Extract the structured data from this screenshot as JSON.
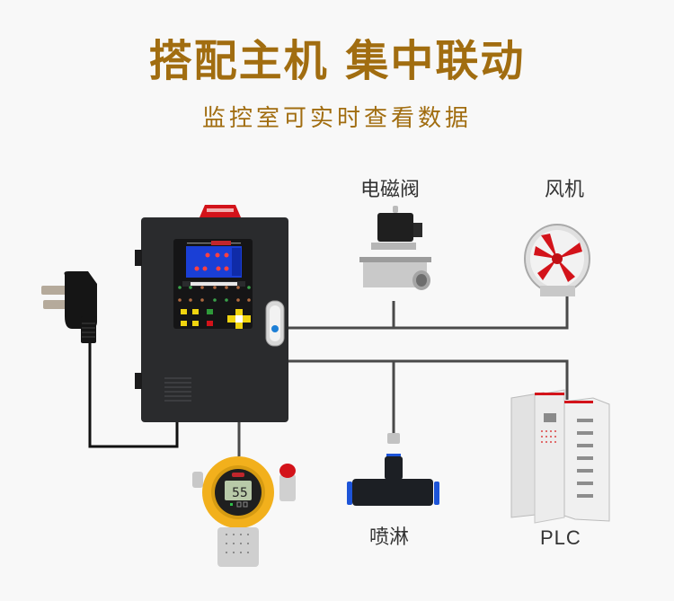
{
  "header": {
    "title": "搭配主机 集中联动",
    "subtitle": "监控室可实时查看数据"
  },
  "devices": {
    "solenoid_valve": {
      "label": "电磁阀"
    },
    "fan": {
      "label": "风机"
    },
    "sprinkler": {
      "label": "喷淋"
    },
    "plc": {
      "label": "PLC"
    }
  },
  "controller": {
    "sensor_reading": "55"
  },
  "colors": {
    "title": "#a16d10",
    "wire": "#4a4a4a",
    "cabinet": "#2a2b2d",
    "sensor": "#f2b01c",
    "accent_red": "#d3131a"
  }
}
